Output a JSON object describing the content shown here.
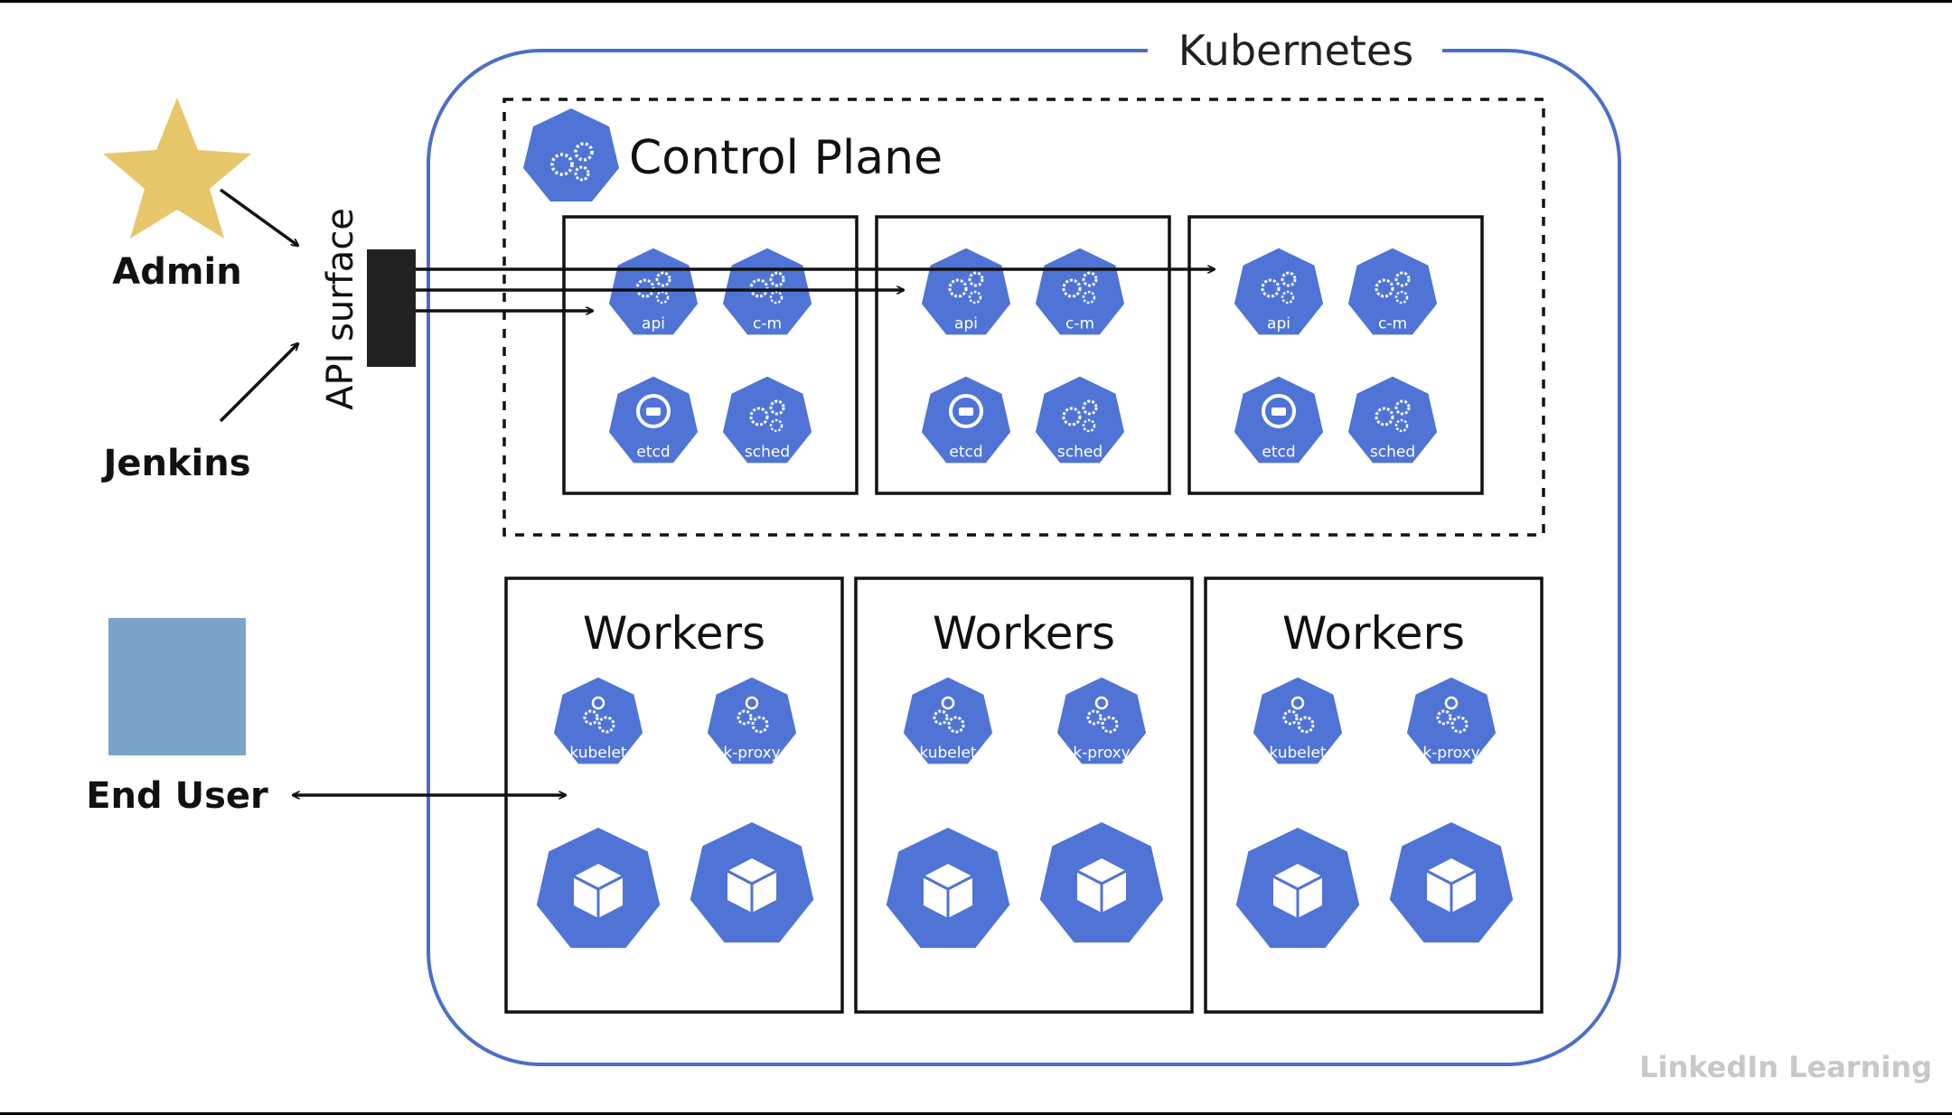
{
  "diagram": {
    "cluster_label": "Kubernetes",
    "control_plane": {
      "title": "Control Plane",
      "nodes": [
        {
          "components": [
            "api",
            "c-m",
            "etcd",
            "sched"
          ]
        },
        {
          "components": [
            "api",
            "c-m",
            "etcd",
            "sched"
          ]
        },
        {
          "components": [
            "api",
            "c-m",
            "etcd",
            "sched"
          ]
        }
      ]
    },
    "workers": [
      {
        "title": "Workers",
        "components": [
          "kubelet",
          "k-proxy"
        ]
      },
      {
        "title": "Workers",
        "components": [
          "kubelet",
          "k-proxy"
        ]
      },
      {
        "title": "Workers",
        "components": [
          "kubelet",
          "k-proxy"
        ]
      }
    ],
    "api_surface_label": "API surface",
    "actors": {
      "admin": "Admin",
      "jenkins": "Jenkins",
      "end_user": "End User"
    },
    "watermark": "LinkedIn Learning",
    "colors": {
      "k8s_blue": "#4f74d6",
      "cluster_border": "#4a6fc9",
      "star": "#e7c76a",
      "end_user_square": "#7ba3c8",
      "background": "#ffffff"
    }
  }
}
